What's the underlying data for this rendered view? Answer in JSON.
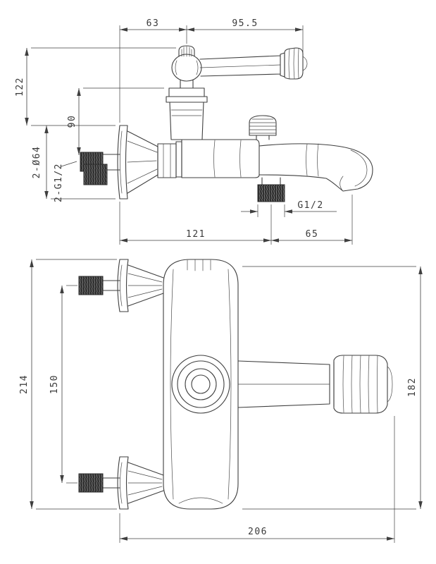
{
  "colors": {
    "line": "#3f3f3f",
    "dark_fitting": "#2e2e2e",
    "background": "#ffffff"
  },
  "top_view": {
    "d63": "63",
    "d95_5": "95.5",
    "d122": "122",
    "d90": "90",
    "d_dia64": "2-Ø64",
    "d_2g12": "2-G1/2",
    "d_g12": "G1/2",
    "d121": "121",
    "d65": "65"
  },
  "front_view": {
    "d214": "214",
    "d150": "150",
    "d182": "182",
    "d206": "206"
  }
}
